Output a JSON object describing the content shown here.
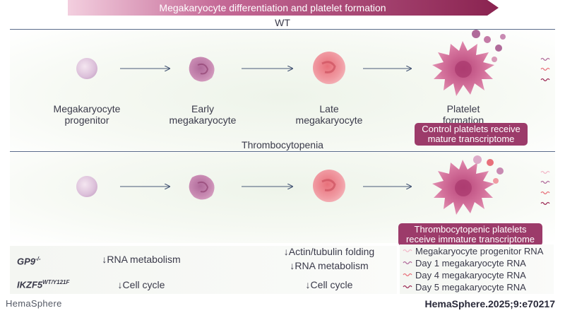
{
  "banner": {
    "title": "Megakaryocyte differentiation and platelet formation"
  },
  "wt": {
    "title": "WT",
    "stages": [
      {
        "label": "Megakaryocyte\nprogenitor"
      },
      {
        "label": "Early\nmegakaryocyte"
      },
      {
        "label": "Late\nmegakaryocyte"
      },
      {
        "label": "Platelet\nformation"
      }
    ],
    "badge": "Control platelets receive\nmature transcriptome"
  },
  "thrombocytopenia": {
    "title": "Thrombocytopenia",
    "badge": "Thrombocytopenic platelets\nreceive immature transcriptome"
  },
  "table": {
    "rows": [
      {
        "gene": "GP9",
        "gene_sup": "-/-",
        "col1": "↓RNA metabolism",
        "col2_line1": "↓Actin/tubulin folding",
        "col2_line2": "↓RNA metabolism"
      },
      {
        "gene": "IKZF5",
        "gene_sup": "WT/Y121F",
        "col1": "↓Cell cycle",
        "col2_line1": "↓Cell cycle"
      }
    ]
  },
  "legend": {
    "items": [
      {
        "label": "Megakaryocyte progenitor RNA",
        "color": "#f2b8c8"
      },
      {
        "label": "Day 1 megakaryocyte RNA",
        "color": "#b06a9a"
      },
      {
        "label": "Day 4 megakaryocyte RNA",
        "color": "#e8707a"
      },
      {
        "label": "Day 5 megakaryocyte RNA",
        "color": "#9c2a55"
      }
    ]
  },
  "footer": {
    "journal": "HemaSphere",
    "citation": "HemaSphere.2025;9:e70217"
  },
  "colors": {
    "banner_start": "#f0c6d8",
    "banner_end": "#8a2350",
    "badge": "#9c3b6a",
    "arrow": "#4a5a78"
  }
}
